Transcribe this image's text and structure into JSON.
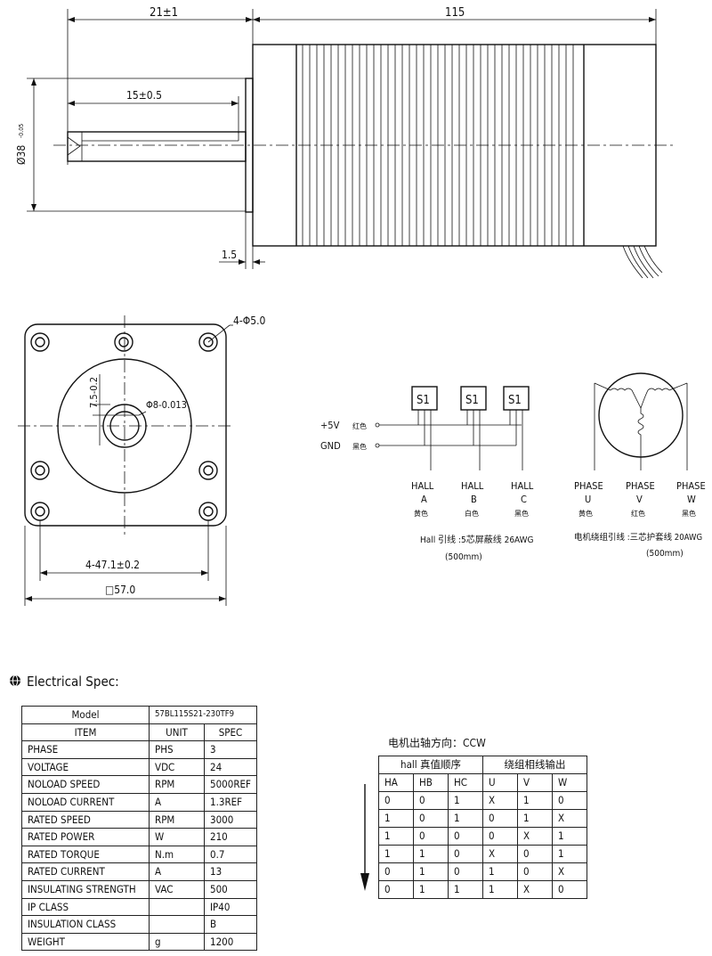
{
  "top_view": {
    "dim_shaft_total": "21±1",
    "dim_body_length": "115",
    "dim_shaft_key": "15±0.5",
    "dim_diameter": "Ø38",
    "dim_diameter_tol": "-0.05",
    "dim_flange": "1.5"
  },
  "front_view": {
    "holes": "4-Φ5.0",
    "flat": "7.5-0.2",
    "shaft_dia": "Φ8-0.013",
    "pitch": "4-47.1±0.2",
    "square": "□57.0"
  },
  "hall_diagram": {
    "sensors": [
      "S1",
      "S1",
      "S1"
    ],
    "plus5v": "+5V",
    "plus5v_color": "红色",
    "gnd": "GND",
    "gnd_color": "黑色",
    "halls": [
      {
        "name": "HALL",
        "letter": "A",
        "color": "黄色"
      },
      {
        "name": "HALL",
        "letter": "B",
        "color": "白色"
      },
      {
        "name": "HALL",
        "letter": "C",
        "color": "黑色"
      }
    ],
    "cable_text": "Hall 引线 :5芯屏蔽线 26AWG",
    "cable_len": "(500mm)"
  },
  "phase_diagram": {
    "phases": [
      {
        "name": "PHASE",
        "letter": "U",
        "color": "黄色"
      },
      {
        "name": "PHASE",
        "letter": "V",
        "color": "红色"
      },
      {
        "name": "PHASE",
        "letter": "W",
        "color": "黑色"
      }
    ],
    "cable_text": "电机绕组引线 :三芯护套线 20AWG",
    "cable_len": "(500mm)"
  },
  "spec": {
    "title": "Electrical Spec:",
    "model_label": "Model",
    "model_value": "57BL115S21-230TF9",
    "headers": [
      "ITEM",
      "UNIT",
      "SPEC"
    ],
    "rows": [
      [
        "PHASE",
        "PHS",
        "3"
      ],
      [
        "VOLTAGE",
        "VDC",
        "24"
      ],
      [
        "NOLOAD SPEED",
        "RPM",
        "5000REF"
      ],
      [
        "NOLOAD CURRENT",
        "A",
        "1.3REF"
      ],
      [
        "RATED SPEED",
        "RPM",
        "3000"
      ],
      [
        "RATED POWER",
        "W",
        "210"
      ],
      [
        "RATED TORQUE",
        "N.m",
        "0.7"
      ],
      [
        "RATED CURRENT",
        "A",
        "13"
      ],
      [
        "INSULATING STRENGTH",
        "VAC",
        "500"
      ],
      [
        "IP CLASS",
        "",
        "IP40"
      ],
      [
        "INSULATION CLASS",
        "",
        "B"
      ],
      [
        "WEIGHT",
        "g",
        "1200"
      ]
    ]
  },
  "sequence": {
    "direction_label": "电机出轴方向：CCW",
    "group_hall": "hall 真值顺序",
    "group_phase": "绕组相线输出",
    "headers": [
      "HA",
      "HB",
      "HC",
      "U",
      "V",
      "W"
    ],
    "rows": [
      [
        "0",
        "0",
        "1",
        "X",
        "1",
        "0"
      ],
      [
        "1",
        "0",
        "1",
        "0",
        "1",
        "X"
      ],
      [
        "1",
        "0",
        "0",
        "0",
        "X",
        "1"
      ],
      [
        "1",
        "1",
        "0",
        "X",
        "0",
        "1"
      ],
      [
        "0",
        "1",
        "0",
        "1",
        "0",
        "X"
      ],
      [
        "0",
        "1",
        "1",
        "1",
        "X",
        "0"
      ]
    ]
  }
}
